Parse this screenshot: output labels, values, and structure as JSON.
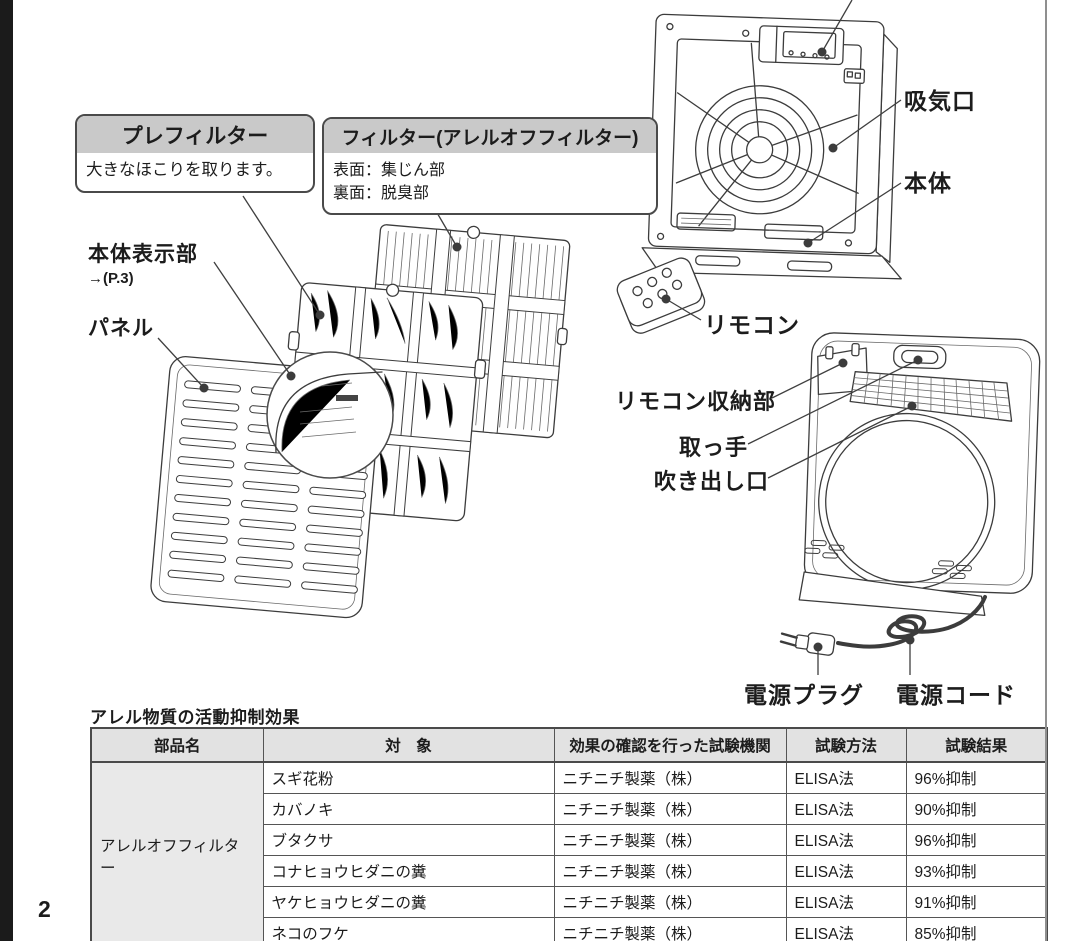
{
  "page": {
    "number": "2"
  },
  "callouts": {
    "prefilter": {
      "title": "プレフィルター",
      "desc": "大きなほこりを取ります。"
    },
    "allergen_filter": {
      "title": "フィルター(アレルオフフィルター)",
      "front": "表面：集じん部",
      "back": "裏面：脱臭部"
    }
  },
  "part_labels": {
    "display_unit": "本体表示部",
    "display_unit_ref": "→(P.3)",
    "panel": "パネル",
    "air_intake": "吸気口",
    "main_body": "本体",
    "remote": "リモコン",
    "remote_storage": "リモコン収納部",
    "handle": "取っ手",
    "air_outlet": "吹き出し口",
    "power_plug": "電源プラグ",
    "power_cord": "電源コード"
  },
  "table": {
    "title": "アレル物質の活動抑制効果",
    "headers": [
      "部品名",
      "対　象",
      "効果の確認を行った試験機関",
      "試験方法",
      "試験結果"
    ],
    "part_name": "アレルオフフィルター",
    "rows": [
      {
        "target": "スギ花粉",
        "organization": "ニチニチ製薬（株）",
        "method": "ELISA法",
        "result": "96%抑制"
      },
      {
        "target": "カバノキ",
        "organization": "ニチニチ製薬（株）",
        "method": "ELISA法",
        "result": "90%抑制"
      },
      {
        "target": "ブタクサ",
        "organization": "ニチニチ製薬（株）",
        "method": "ELISA法",
        "result": "96%抑制"
      },
      {
        "target": "コナヒョウヒダニの糞",
        "organization": "ニチニチ製薬（株）",
        "method": "ELISA法",
        "result": "93%抑制"
      },
      {
        "target": "ヤケヒョウヒダニの糞",
        "organization": "ニチニチ製薬（株）",
        "method": "ELISA法",
        "result": "91%抑制"
      },
      {
        "target": "ネコのフケ",
        "organization": "ニチニチ製薬（株）",
        "method": "ELISA法",
        "result": "85%抑制"
      }
    ]
  },
  "colors": {
    "line_art": "#3c3c3c",
    "table_header_bg": "#e2e2e2",
    "merged_cell_bg": "#e9e9e9",
    "callout_header_bg": "#c9c9c9"
  }
}
